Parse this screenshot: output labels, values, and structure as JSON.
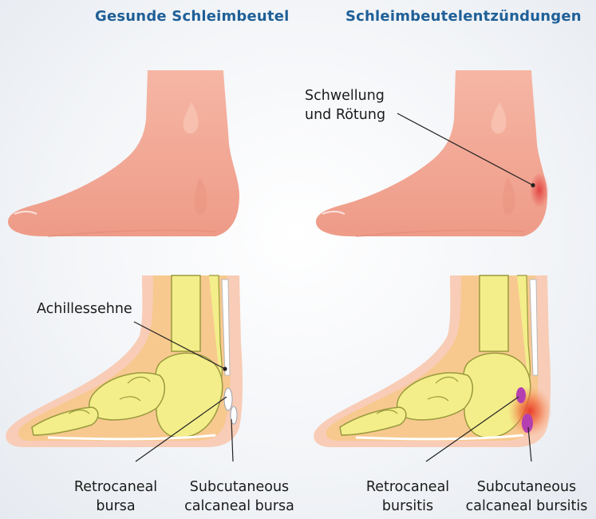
{
  "headings": {
    "left": "Gesunde Schleimbeutel",
    "right": "Schleimbeutelentzündungen"
  },
  "labels": {
    "swelling_line1": "Schwellung",
    "swelling_line2": "und Rötung",
    "achilles": "Achillessehne",
    "retro_left_line1": "Retrocaneal",
    "retro_left_line2": "bursa",
    "subcut_left_line1": "Subcutaneous",
    "subcut_left_line2": "calcaneal bursa",
    "retro_right_line1": "Retrocaneal",
    "retro_right_line2": "bursitis",
    "subcut_right_line1": "Subcutaneous",
    "subcut_right_line2": "calcaneal bursitis"
  },
  "colors": {
    "heading": "#1f5f97",
    "skin": "#f2a896",
    "bone": "#f3ee8a",
    "tissue": "#f7c98f",
    "inflammation": "#e8352a",
    "bursitis": "#b43fb0"
  }
}
